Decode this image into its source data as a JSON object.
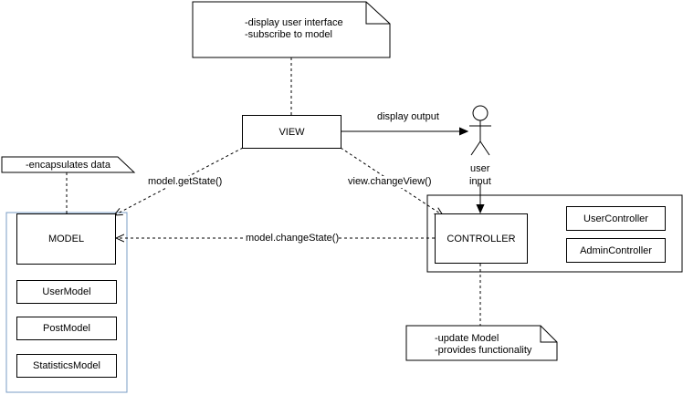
{
  "notes": {
    "view_note": "-display user interface\n-subscribe to model",
    "model_note": "-encapsulates data",
    "controller_note": "-update Model\n-provides functionality"
  },
  "boxes": {
    "view": "VIEW",
    "model": "MODEL",
    "controller": "CONTROLLER",
    "user_model": "UserModel",
    "post_model": "PostModel",
    "statistics_model": "StatisticsModel",
    "user_controller": "UserController",
    "admin_controller": "AdminController"
  },
  "actor": {
    "label_line1": "user",
    "label_line2": "input"
  },
  "edges": {
    "display_output": "display output",
    "get_state": "model.getState()",
    "change_view": "view.changeView()",
    "change_state": "model.changeState()"
  },
  "colors": {
    "model_group_border": "#7a9cc4",
    "line": "#000000"
  }
}
